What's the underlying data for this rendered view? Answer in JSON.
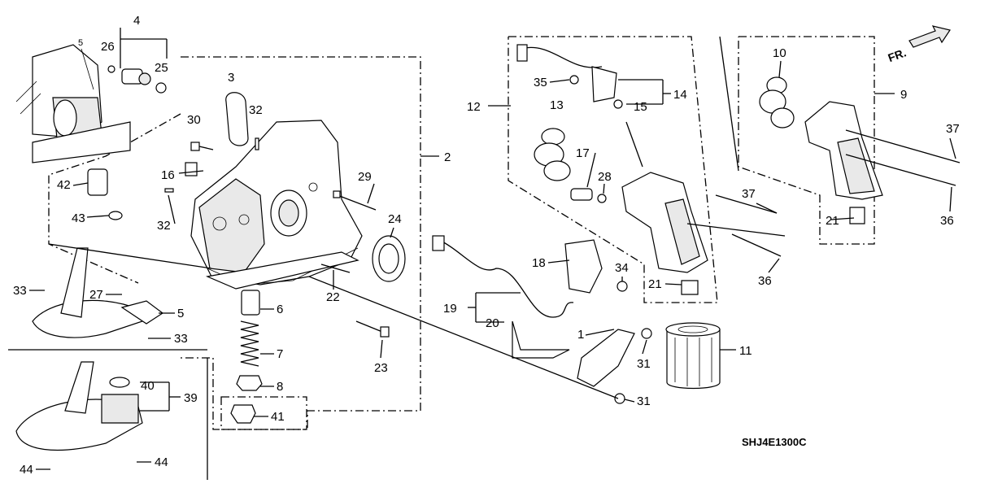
{
  "diagram_code": "SHJ4E1300C",
  "front_indicator": "FR.",
  "labels": {
    "l1": "1",
    "l2": "2",
    "l3": "3",
    "l4": "4",
    "l5": "5",
    "l6": "6",
    "l7": "7",
    "l8": "8",
    "l9": "9",
    "l10": "10",
    "l11": "11",
    "l12": "12",
    "l13": "13",
    "l14": "14",
    "l15": "15",
    "l16": "16",
    "l17": "17",
    "l18": "18",
    "l19": "19",
    "l20": "20",
    "l21": "21",
    "l22": "22",
    "l23": "23",
    "l24": "24",
    "l25": "25",
    "l26": "26",
    "l27": "27",
    "l28": "28",
    "l29": "29",
    "l30": "30",
    "l31": "31",
    "l32": "32",
    "l33": "33",
    "l34": "34",
    "l35": "35",
    "l36": "36",
    "l37": "37",
    "l39": "39",
    "l40": "40",
    "l41": "41",
    "l42": "42",
    "l43": "43",
    "l44": "44",
    "l5b": "5"
  }
}
